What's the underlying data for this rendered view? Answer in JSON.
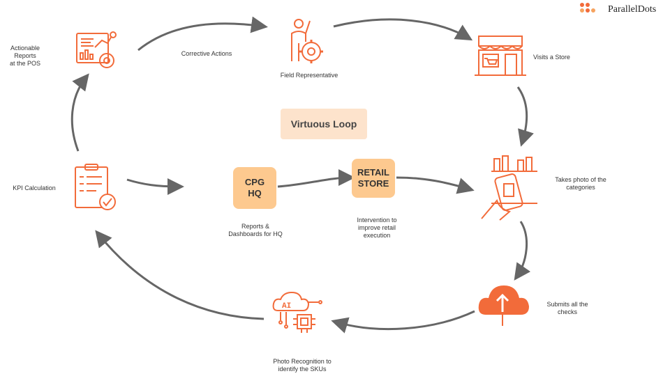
{
  "brand": {
    "name": "ParallelDots"
  },
  "center": {
    "title": "Virtuous Loop"
  },
  "hubs": {
    "cpg": "CPG\nHQ",
    "retail": "RETAIL\nSTORE"
  },
  "labels": {
    "actionable_reports": "Actionable Reports\nat the POS",
    "corrective_actions": "Corrective Actions",
    "field_representative": "Field Representative",
    "visits_store": "Visits a Store",
    "takes_photo": "Takes photo of the\ncategories",
    "submits_checks": "Submits all the\nchecks",
    "photo_recognition": "Photo Recognition to\nidentify the SKUs",
    "kpi_calculation": "KPI Calculation",
    "reports_dashboards": "Reports &\nDashboards for HQ",
    "intervention": "Intervention to\nimprove retail\nexecution"
  },
  "icons": {
    "reports": "analytics-report-icon",
    "field_rep": "person-gear-icon",
    "store": "storefront-icon",
    "photo": "phone-camera-shelf-icon",
    "upload": "cloud-upload-icon",
    "ai": "ai-chip-icon",
    "kpi": "clipboard-check-icon"
  },
  "colors": {
    "accent": "#f26b3a",
    "hub": "#fdc98f",
    "center": "#fde3cc",
    "arrow": "#666666"
  }
}
